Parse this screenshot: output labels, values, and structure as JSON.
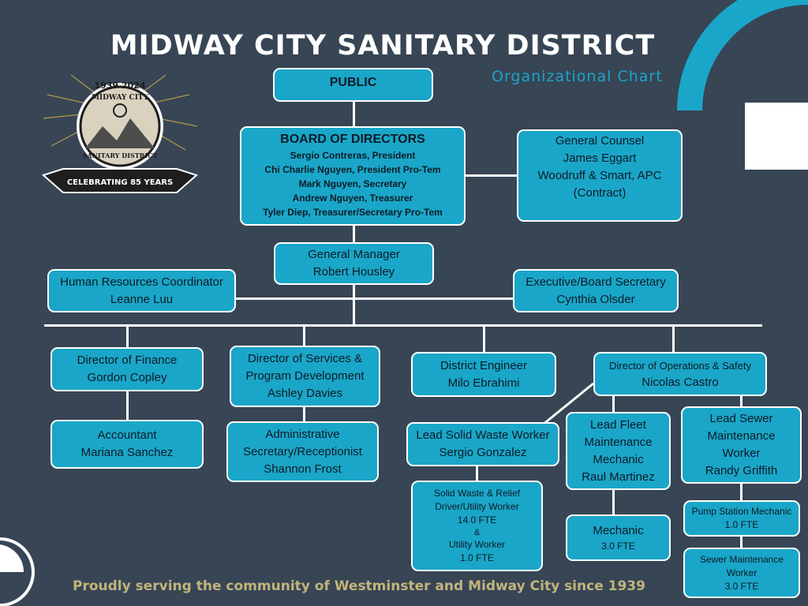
{
  "header": {
    "title": "MIDWAY CITY SANITARY DISTRICT",
    "subtitle": "Organizational Chart"
  },
  "logo": {
    "years": "1939 2024",
    "city": "MIDWAY CITY",
    "district": "SANITARY DISTRICT",
    "ribbon": "CELEBRATING 85 YEARS"
  },
  "footer": {
    "tagline": "Proudly serving the community of Westminster and Midway City since 1939"
  },
  "colors": {
    "background": "#374555",
    "box": "#1aa6c8",
    "footer_text": "#c2b47a"
  },
  "org": {
    "public": {
      "title": "PUBLIC"
    },
    "board": {
      "title": "BOARD OF DIRECTORS",
      "members": [
        "Sergio Contreras, President",
        "Chi Charlie Nguyen, President Pro-Tem",
        "Mark Nguyen, Secretary",
        "Andrew Nguyen, Treasurer",
        "Tyler Diep, Treasurer/Secretary Pro-Tem"
      ]
    },
    "counsel": {
      "title": "General Counsel",
      "name": "James Eggart",
      "firm": "Woodruff & Smart, APC",
      "note": "(Contract)"
    },
    "gm": {
      "title": "General Manager",
      "name": "Robert Housley"
    },
    "hr": {
      "title": "Human Resources Coordinator",
      "name": "Leanne Luu"
    },
    "exec": {
      "title": "Executive/Board Secretary",
      "name": "Cynthia Olsder"
    },
    "finance": {
      "title": "Director of Finance",
      "name": "Gordon Copley"
    },
    "services": {
      "title_1": "Director of Services &",
      "title_2": "Program Development",
      "name": "Ashley Davies"
    },
    "engineer": {
      "title": "District Engineer",
      "name": "Milo Ebrahimi"
    },
    "operations": {
      "title": "Director of Operations & Safety",
      "name": "Nicolas Castro"
    },
    "accountant": {
      "title": "Accountant",
      "name": "Mariana Sanchez"
    },
    "admin": {
      "title_1": "Administrative",
      "title_2": "Secretary/Receptionist",
      "name": "Shannon Frost"
    },
    "solid_lead": {
      "title": "Lead Solid Waste Worker",
      "name": "Sergio Gonzalez"
    },
    "fleet_lead": {
      "title_1": "Lead Fleet",
      "title_2": "Maintenance",
      "title_3": "Mechanic",
      "name": "Raul Martinez"
    },
    "sewer_lead": {
      "title_1": "Lead Sewer",
      "title_2": "Maintenance",
      "title_3": "Worker",
      "name": "Randy Griffith"
    },
    "solid_workers": {
      "line_1": "Solid Waste & Relief",
      "line_2": "Driver/Utility Worker",
      "fte_1": "14.0 FTE",
      "amp": "&",
      "line_3": "Utility Worker",
      "fte_2": "1.0 FTE"
    },
    "mechanic": {
      "title": "Mechanic",
      "fte": "3.0 FTE"
    },
    "pump": {
      "title": "Pump Station Mechanic",
      "fte": "1.0 FTE"
    },
    "sewer_workers": {
      "title_1": "Sewer Maintenance",
      "title_2": "Worker",
      "fte": "3.0 FTE"
    }
  }
}
